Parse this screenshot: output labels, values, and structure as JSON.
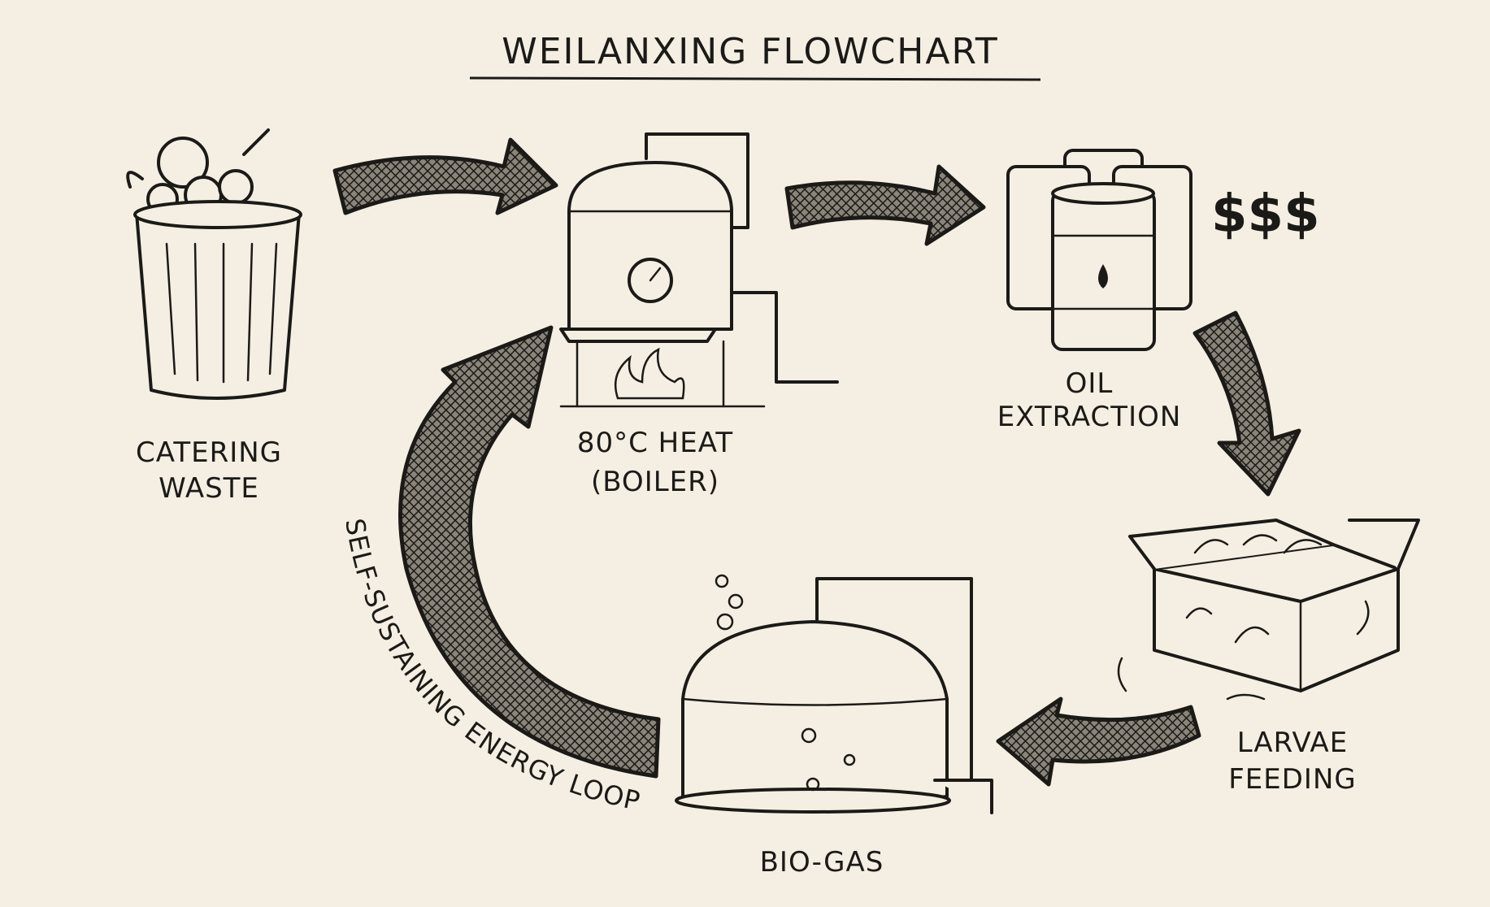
{
  "title": "WEILANXING FLOWCHART",
  "nodes": {
    "catering_waste": {
      "line1": "CATERING",
      "line2": "WASTE",
      "icon": "trash-can-icon"
    },
    "boiler": {
      "line1": "80°C HEAT",
      "line2": "(BOILER)",
      "icon": "boiler-icon"
    },
    "oil": {
      "line1": "OIL",
      "line2": "EXTRACTION",
      "icon": "oil-barrels-icon",
      "money": "$$$"
    },
    "larvae": {
      "line1": "LARVAE",
      "line2": "FEEDING",
      "icon": "larvae-box-icon"
    },
    "biogas": {
      "line1": "BIO-GAS",
      "icon": "biogas-tank-icon"
    }
  },
  "loop_label": "SELF-SUSTAINING ENERGY LOOP",
  "edges": [
    {
      "from": "catering_waste",
      "to": "boiler"
    },
    {
      "from": "boiler",
      "to": "oil"
    },
    {
      "from": "oil",
      "to": "larvae"
    },
    {
      "from": "larvae",
      "to": "biogas"
    },
    {
      "from": "biogas",
      "to": "boiler"
    }
  ],
  "colors": {
    "paper": "#f4efe2",
    "ink": "#1c1a17"
  }
}
